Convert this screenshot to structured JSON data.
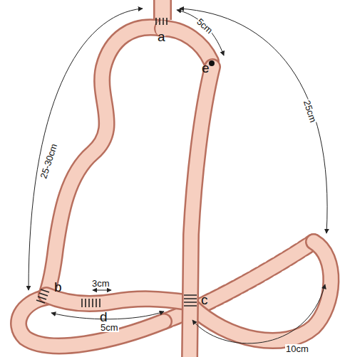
{
  "diagram": {
    "labels": [
      "a",
      "e",
      "5cm",
      "25-30cm",
      "25cm",
      "b",
      "3cm",
      "d",
      "5cm",
      "c",
      "10cm"
    ]
  }
}
